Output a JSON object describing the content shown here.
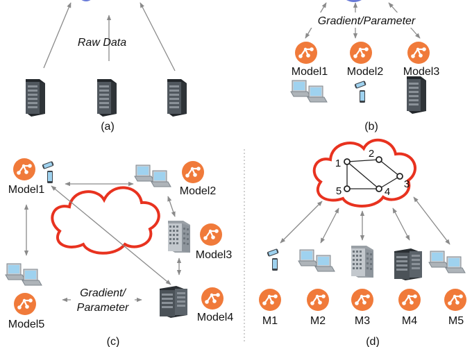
{
  "panel_a": {
    "caption": "(a)",
    "edge_label": "Raw Data"
  },
  "panel_b": {
    "caption": "(b)",
    "edge_label": "Gradient/Parameter",
    "models": [
      "Model1",
      "Model2",
      "Model3"
    ]
  },
  "panel_c": {
    "caption": "(c)",
    "edge_label_line1": "Gradient/",
    "edge_label_line2": "Parameter",
    "models": [
      "Model1",
      "Model2",
      "Model3",
      "Model4",
      "Model5"
    ]
  },
  "panel_d": {
    "caption": "(d)",
    "graph_nodes": [
      "1",
      "2",
      "3",
      "4",
      "5"
    ],
    "models": [
      "M1",
      "M2",
      "M3",
      "M4",
      "M5"
    ]
  },
  "colors": {
    "model_icon": "#f07a3a",
    "cloud_outline": "#e8321f",
    "arrow": "#8a8a8a",
    "server_dark": "#3d4349",
    "screen_blue": "#9fd2ef"
  }
}
